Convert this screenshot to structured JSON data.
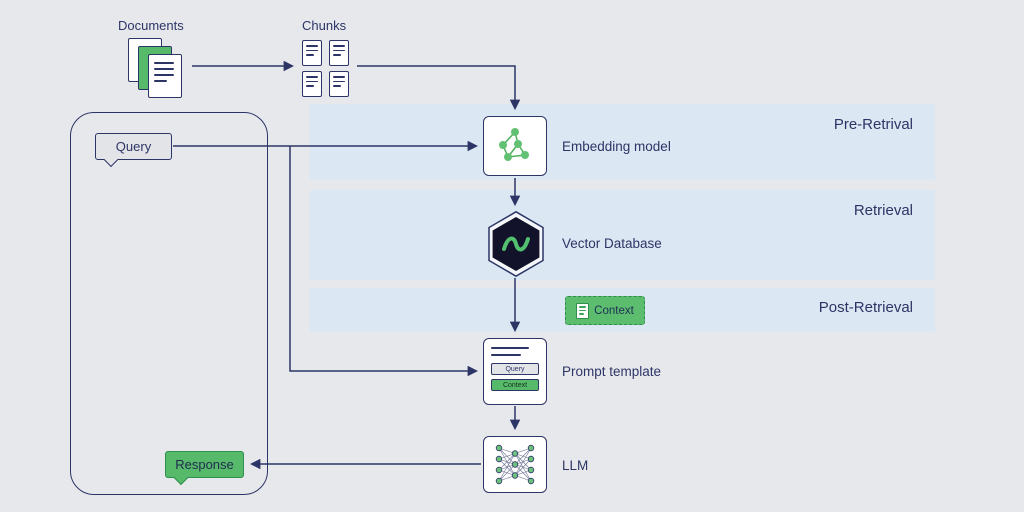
{
  "stages": [
    {
      "label": "Pre-Retrival"
    },
    {
      "label": "Retrieval"
    },
    {
      "label": "Post-Retrieval"
    }
  ],
  "nodes": {
    "documents": {
      "label": "Documents"
    },
    "chunks": {
      "label": "Chunks"
    },
    "query": {
      "label": "Query"
    },
    "response": {
      "label": "Response"
    },
    "embedding_model": {
      "label": "Embedding model"
    },
    "vector_database": {
      "label": "Vector Database"
    },
    "context": {
      "label": "Context"
    },
    "prompt_template": {
      "label": "Prompt template",
      "chips": {
        "query": "Query",
        "context": "Context"
      }
    },
    "llm": {
      "label": "LLM"
    }
  },
  "colors": {
    "background": "#e7e8ec",
    "stage_band": "#dbe7f2",
    "navy": "#2d3566",
    "green": "#57b96a",
    "hexagon_dark": "#12122b",
    "logo_green": "#52c06e"
  }
}
